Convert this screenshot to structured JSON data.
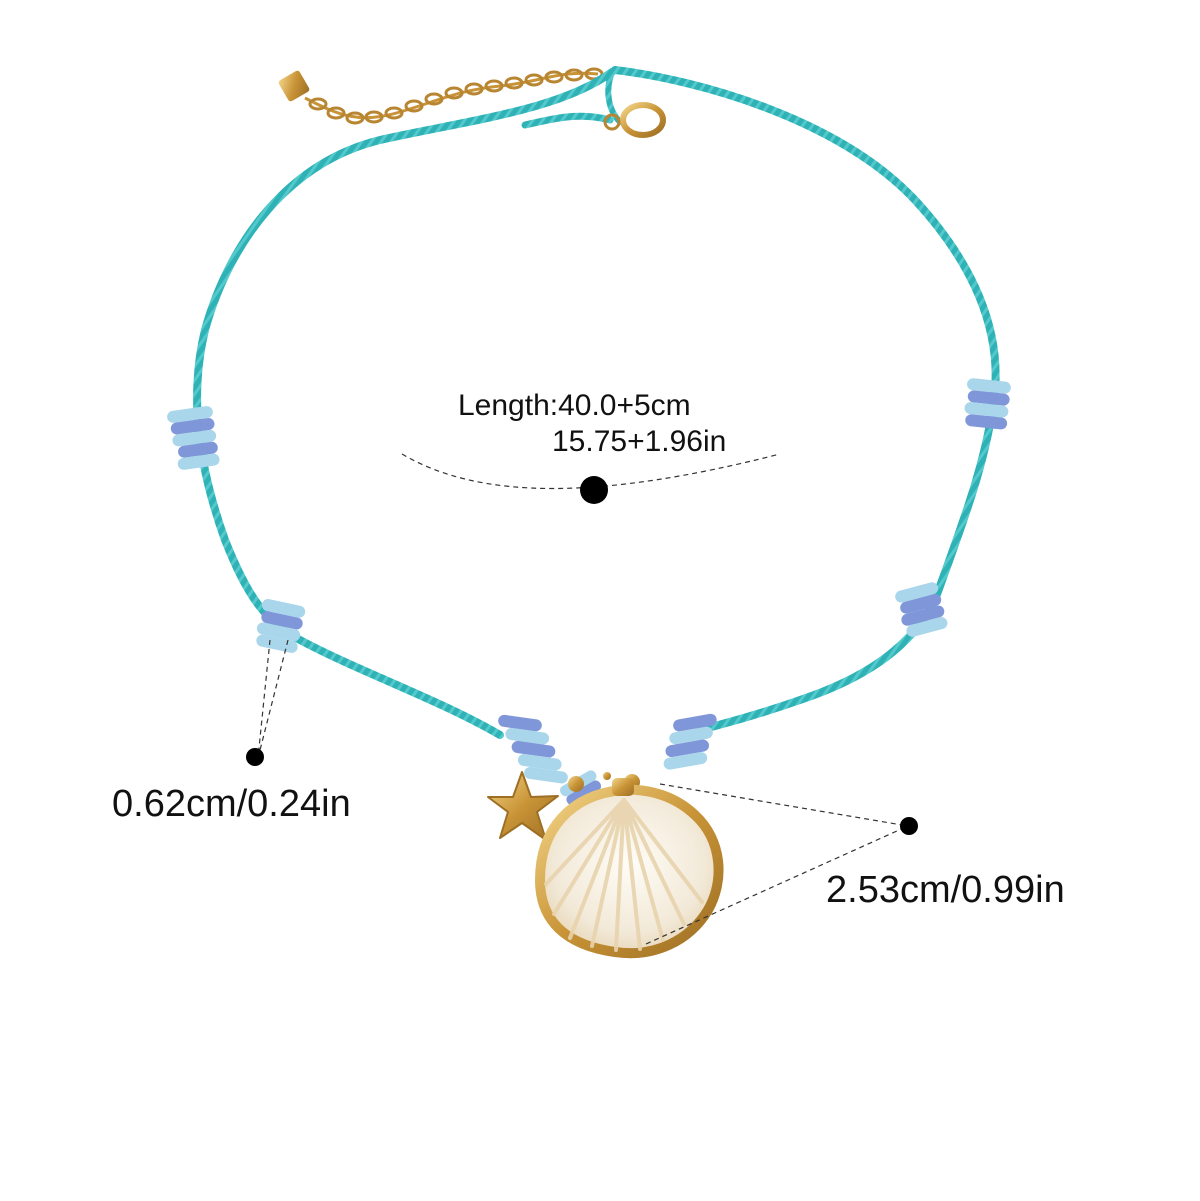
{
  "product": {
    "length_cm": "Length:40.0+5cm",
    "length_in": "15.75+1.96in",
    "bead_size": "0.62cm/0.24in",
    "shell_size": "2.53cm/0.99in"
  },
  "colors": {
    "cord": "#2fb2b6",
    "bead_light": "#a9d6ea",
    "bead_dark": "#7f96d8",
    "gold": "#d4a64a",
    "shell": "#f7f1e6",
    "marker": "#000000"
  }
}
